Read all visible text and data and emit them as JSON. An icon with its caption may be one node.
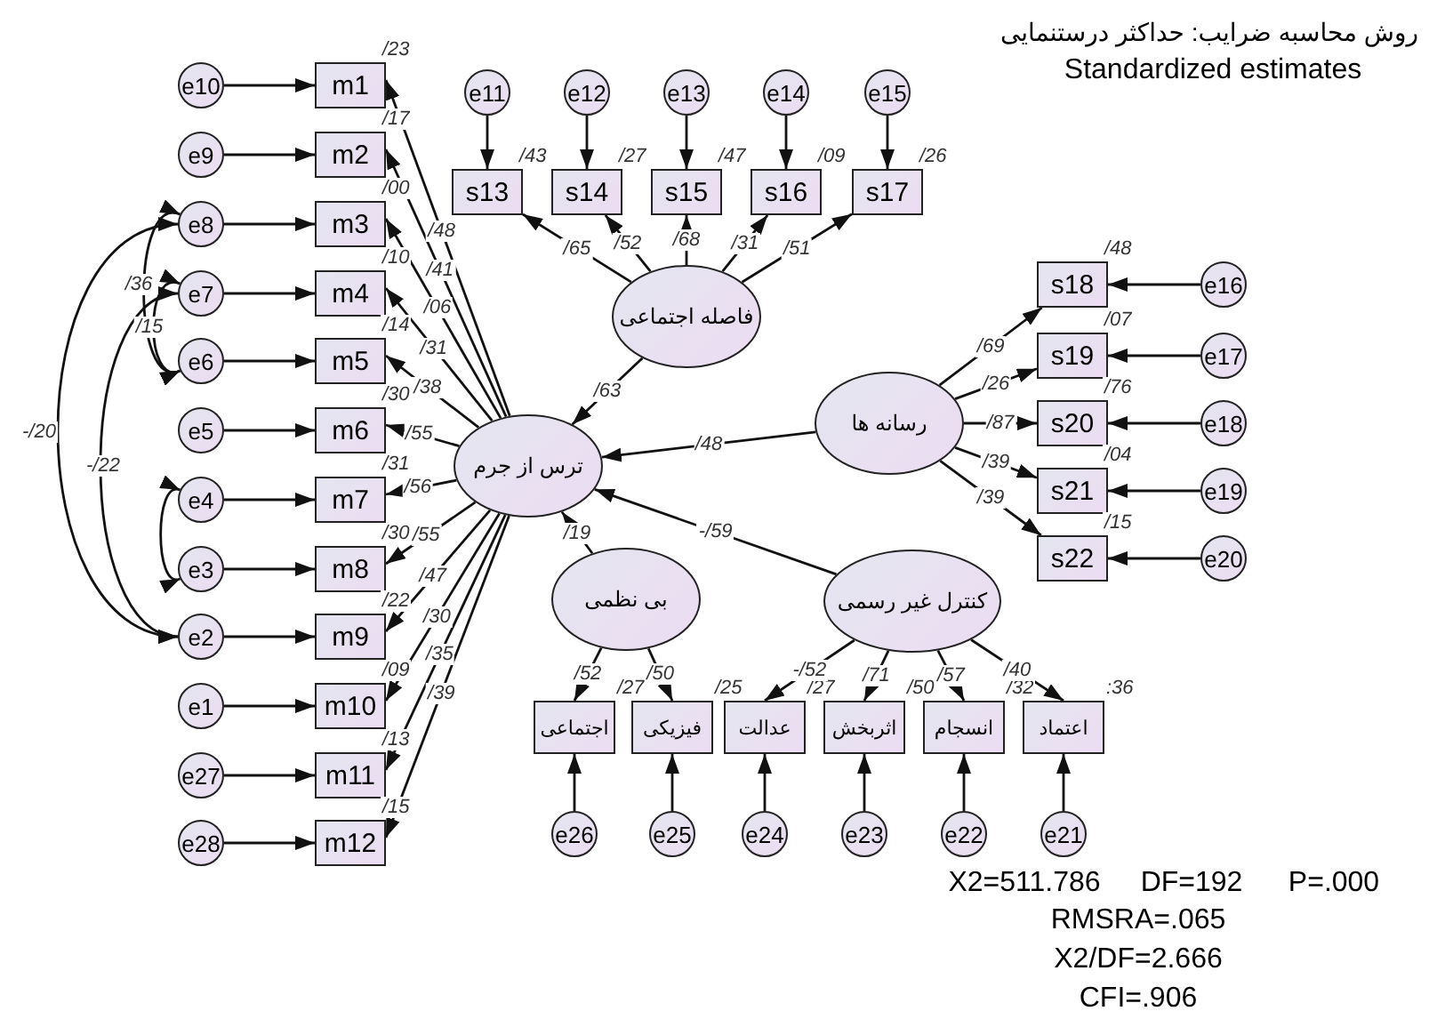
{
  "diagram": {
    "nodes": [
      {
        "text": [
          "m1"
        ],
        "beside": [
          "/23"
        ]
      },
      {
        "text": [
          "m2"
        ],
        "beside": [
          "/17"
        ]
      },
      {
        "text": [
          "m3"
        ],
        "beside": [
          "/00"
        ]
      },
      {
        "text": [
          "m4"
        ],
        "beside": [
          "/10"
        ]
      },
      {
        "text": [
          "m5"
        ],
        "beside": [
          "/14"
        ]
      },
      {
        "text": [
          "m6"
        ],
        "beside": [
          "/30"
        ]
      },
      {
        "text": [
          "m7"
        ],
        "beside": [
          "/31"
        ]
      },
      {
        "text": [
          "m8"
        ],
        "beside": [
          "/30"
        ]
      },
      {
        "text": [
          "m9"
        ],
        "beside": [
          "/22"
        ]
      },
      {
        "text": [
          "m10"
        ],
        "beside": [
          "/09"
        ]
      },
      {
        "text": [
          "m11"
        ],
        "beside": [
          "/13"
        ]
      },
      {
        "text": [
          "m12"
        ],
        "beside": [
          "/15"
        ]
      },
      {
        "text": [
          "e10"
        ]
      },
      {
        "text": [
          "e9"
        ]
      },
      {
        "text": [
          "e8"
        ]
      },
      {
        "text": [
          "e7"
        ]
      },
      {
        "text": [
          "e6"
        ]
      },
      {
        "text": [
          "e5"
        ]
      },
      {
        "text": [
          "e4"
        ]
      },
      {
        "text": [
          "e3"
        ]
      },
      {
        "text": [
          "e2"
        ]
      },
      {
        "text": [
          "e1"
        ]
      },
      {
        "text": [
          "e27"
        ]
      },
      {
        "text": [
          "e28"
        ]
      },
      {
        "text": [
          "e11"
        ]
      },
      {
        "text": [
          "e12"
        ]
      },
      {
        "text": [
          "e13"
        ]
      },
      {
        "text": [
          "e14"
        ]
      },
      {
        "text": [
          "e15"
        ]
      },
      {
        "text": [
          "s13"
        ],
        "beside": [
          "/43"
        ]
      },
      {
        "text": [
          "s14"
        ],
        "beside": [
          "/27"
        ]
      },
      {
        "text": [
          "s15"
        ],
        "beside": [
          "/47"
        ]
      },
      {
        "text": [
          "s16"
        ],
        "beside": [
          "/09"
        ]
      },
      {
        "text": [
          "s17"
        ],
        "beside": [
          "/26"
        ]
      },
      {
        "text": [
          "فاصله اجتماعی"
        ]
      },
      {
        "text": [
          "ترس از جرم"
        ]
      },
      {
        "text": [
          "رسانه ها"
        ]
      },
      {
        "text": [
          "s18"
        ],
        "beside": [
          "/48"
        ]
      },
      {
        "text": [
          "s19"
        ],
        "beside": [
          "/07"
        ]
      },
      {
        "text": [
          "s20"
        ],
        "beside": [
          "/76"
        ]
      },
      {
        "text": [
          "s21"
        ],
        "beside": [
          "/04"
        ]
      },
      {
        "text": [
          "s22"
        ],
        "beside": [
          "/15"
        ]
      },
      {
        "text": [
          "e16"
        ]
      },
      {
        "text": [
          "e17"
        ]
      },
      {
        "text": [
          "e18"
        ]
      },
      {
        "text": [
          "e19"
        ]
      },
      {
        "text": [
          "e20"
        ]
      },
      {
        "text": [
          "بی نظمی"
        ]
      },
      {
        "text": [
          "کنترل غیر رسمی"
        ]
      },
      {
        "text": [
          "اجتماعی"
        ],
        "beside": [
          "/27"
        ]
      },
      {
        "text": [
          "فیزیکی"
        ],
        "beside": [
          "/25"
        ]
      },
      {
        "text": [
          "عدالت"
        ],
        "beside": [
          "/27"
        ]
      },
      {
        "text": [
          "اثربخش"
        ],
        "beside": [
          "/50"
        ]
      },
      {
        "text": [
          "انسجام"
        ],
        "beside": [
          "/32"
        ]
      },
      {
        "text": [
          "اعتماد"
        ],
        "beside": [
          ":36"
        ]
      },
      {
        "text": [
          "e26"
        ]
      },
      {
        "text": [
          "e25"
        ]
      },
      {
        "text": [
          "e24"
        ]
      },
      {
        "text": [
          "e23"
        ]
      },
      {
        "text": [
          "e22"
        ]
      },
      {
        "text": [
          "e21"
        ]
      }
    ],
    "edges": [
      {
        "from": 12,
        "to": 0,
        "arrow": "to"
      },
      {
        "from": 13,
        "to": 1,
        "arrow": "to"
      },
      {
        "from": 14,
        "to": 2,
        "arrow": "to"
      },
      {
        "from": 15,
        "to": 3,
        "arrow": "to"
      },
      {
        "from": 16,
        "to": 4,
        "arrow": "to"
      },
      {
        "from": 17,
        "to": 5,
        "arrow": "to"
      },
      {
        "from": 18,
        "to": 6,
        "arrow": "to"
      },
      {
        "from": 19,
        "to": 7,
        "arrow": "to"
      },
      {
        "from": 20,
        "to": 8,
        "arrow": "to"
      },
      {
        "from": 21,
        "to": 9,
        "arrow": "to"
      },
      {
        "from": 22,
        "to": 10,
        "arrow": "to"
      },
      {
        "from": 23,
        "to": 11,
        "arrow": "to"
      },
      {
        "from": 35,
        "to": 0,
        "arrow": "to",
        "label": "/48"
      },
      {
        "from": 35,
        "to": 1,
        "arrow": "to",
        "label": "/41"
      },
      {
        "from": 35,
        "to": 2,
        "arrow": "to",
        "label": "/06"
      },
      {
        "from": 35,
        "to": 3,
        "arrow": "to",
        "label": "/31"
      },
      {
        "from": 35,
        "to": 4,
        "arrow": "to",
        "label": "/38"
      },
      {
        "from": 35,
        "to": 5,
        "arrow": "to",
        "label": "/55"
      },
      {
        "from": 35,
        "to": 6,
        "arrow": "to",
        "label": "/56"
      },
      {
        "from": 35,
        "to": 7,
        "arrow": "to",
        "label": "/55"
      },
      {
        "from": 35,
        "to": 8,
        "arrow": "to",
        "label": "/47"
      },
      {
        "from": 35,
        "to": 9,
        "arrow": "to",
        "label": "/30"
      },
      {
        "from": 35,
        "to": 10,
        "arrow": "to",
        "label": "/35"
      },
      {
        "from": 35,
        "to": 11,
        "arrow": "to",
        "label": "/39"
      },
      {
        "from": 24,
        "to": 29,
        "arrow": "to"
      },
      {
        "from": 25,
        "to": 30,
        "arrow": "to"
      },
      {
        "from": 26,
        "to": 31,
        "arrow": "to"
      },
      {
        "from": 27,
        "to": 32,
        "arrow": "to"
      },
      {
        "from": 28,
        "to": 33,
        "arrow": "to"
      },
      {
        "from": 34,
        "to": 29,
        "arrow": "to",
        "label": "/65"
      },
      {
        "from": 34,
        "to": 30,
        "arrow": "to",
        "label": "/52"
      },
      {
        "from": 34,
        "to": 31,
        "arrow": "to",
        "label": "/68"
      },
      {
        "from": 34,
        "to": 32,
        "arrow": "to",
        "label": "/31"
      },
      {
        "from": 34,
        "to": 33,
        "arrow": "to",
        "label": "/51"
      },
      {
        "from": 36,
        "to": 37,
        "arrow": "to",
        "label": "/69"
      },
      {
        "from": 36,
        "to": 38,
        "arrow": "to",
        "label": "/26"
      },
      {
        "from": 36,
        "to": 39,
        "arrow": "to",
        "label": "/87"
      },
      {
        "from": 36,
        "to": 40,
        "arrow": "to",
        "label": "/39"
      },
      {
        "from": 36,
        "to": 41,
        "arrow": "to",
        "label": "/39"
      },
      {
        "from": 42,
        "to": 37,
        "arrow": "to"
      },
      {
        "from": 43,
        "to": 38,
        "arrow": "to"
      },
      {
        "from": 44,
        "to": 39,
        "arrow": "to"
      },
      {
        "from": 45,
        "to": 40,
        "arrow": "to"
      },
      {
        "from": 46,
        "to": 41,
        "arrow": "to"
      },
      {
        "from": 47,
        "to": 49,
        "arrow": "to",
        "label": "/52"
      },
      {
        "from": 47,
        "to": 50,
        "arrow": "to",
        "label": "/50"
      },
      {
        "from": 48,
        "to": 51,
        "arrow": "to",
        "label": "-/52"
      },
      {
        "from": 48,
        "to": 52,
        "arrow": "to",
        "label": "/71"
      },
      {
        "from": 48,
        "to": 53,
        "arrow": "to",
        "label": "/57"
      },
      {
        "from": 48,
        "to": 54,
        "arrow": "to",
        "label": "/40"
      },
      {
        "from": 55,
        "to": 49,
        "arrow": "to"
      },
      {
        "from": 56,
        "to": 50,
        "arrow": "to"
      },
      {
        "from": 57,
        "to": 51,
        "arrow": "to"
      },
      {
        "from": 58,
        "to": 52,
        "arrow": "to"
      },
      {
        "from": 59,
        "to": 53,
        "arrow": "to"
      },
      {
        "from": 60,
        "to": 54,
        "arrow": "to"
      },
      {
        "from": 34,
        "to": 35,
        "arrow": "to",
        "label": "/63"
      },
      {
        "from": 36,
        "to": 35,
        "arrow": "to",
        "label": "/48"
      },
      {
        "from": 47,
        "to": 35,
        "arrow": "to",
        "label": "/19"
      },
      {
        "from": 48,
        "to": 35,
        "arrow": "to",
        "label": "-/59"
      },
      {
        "from": 14,
        "to": 20,
        "arrow": "both",
        "label": "-/20"
      },
      {
        "from": 15,
        "to": 20,
        "arrow": "both",
        "label": "-/22"
      },
      {
        "from": 14,
        "to": 16,
        "arrow": "both",
        "label": "/36"
      },
      {
        "from": 15,
        "to": 16,
        "arrow": "both",
        "label": "/15"
      },
      {
        "from": 18,
        "to": 19,
        "arrow": "both"
      }
    ],
    "labels": [
      "روش محاسبه ضرایب: حداکثر درستنمایی",
      "Standardized estimates",
      "X2=511.786",
      "DF=192",
      "P=.000",
      "RMSRA=.065",
      "X2/DF=2.666",
      "CFI=.906"
    ]
  }
}
